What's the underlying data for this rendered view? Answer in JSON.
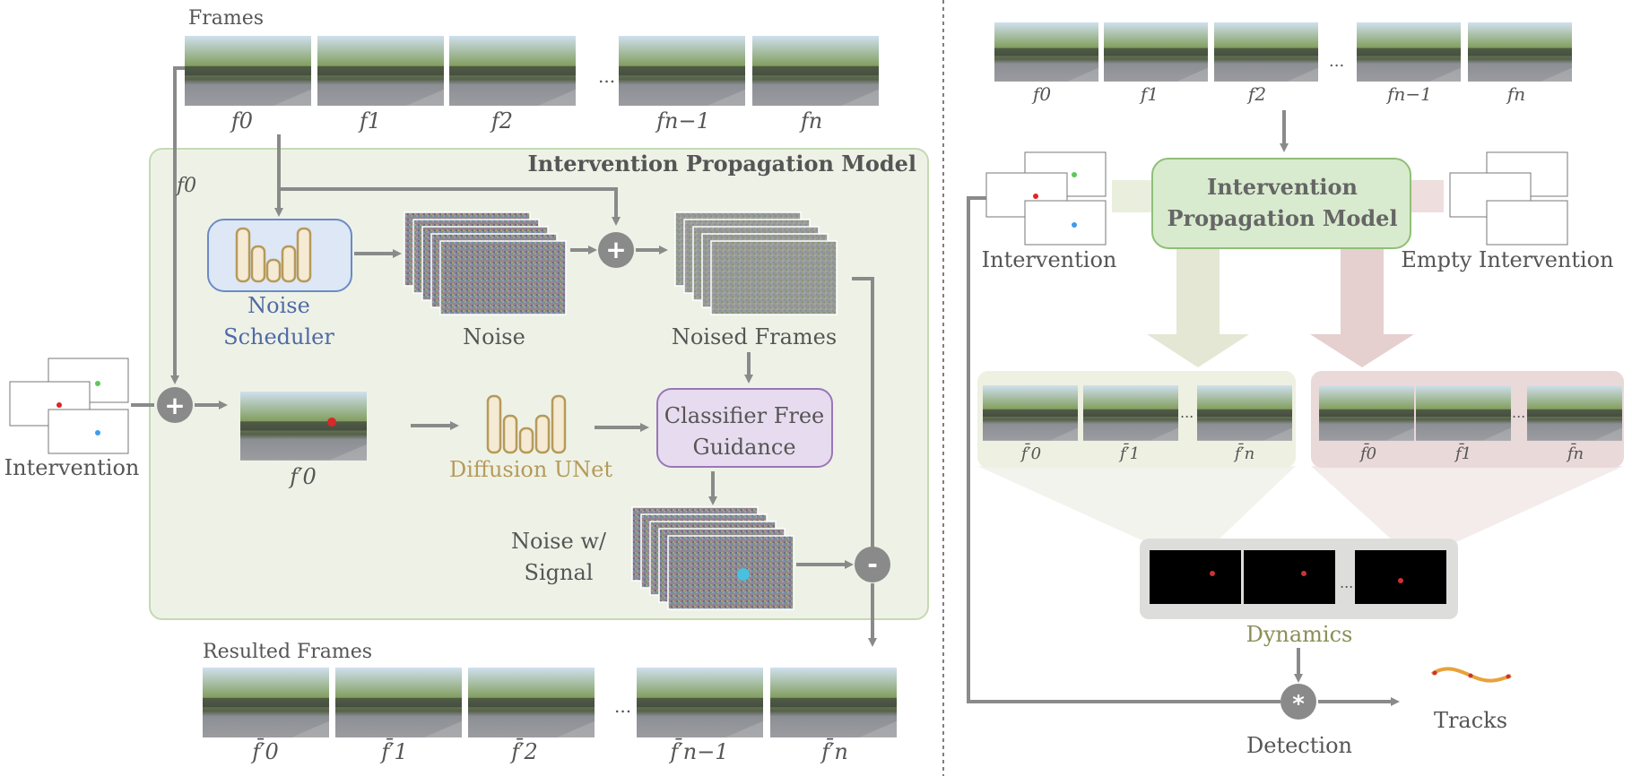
{
  "left_panel": {
    "model_title": "Intervention Propagation  Model",
    "frames_label": "Frames",
    "frame_names": [
      "f0",
      "f1",
      "f2",
      "fn−1",
      "fn"
    ],
    "ellipsis": "...",
    "f0_side_label": "f0",
    "noise_scheduler_label_1": "Noise",
    "noise_scheduler_label_2": "Scheduler",
    "noise_label": "Noise",
    "noised_frames_label": "Noised Frames",
    "intervention_label": "Intervention",
    "f0_prime_label": "f′0",
    "diffusion_unet_label": "Diffusion UNet",
    "cfg_label_1": "Classifier Free",
    "cfg_label_2": "Guidance",
    "noise_signal_label_1": "Noise w/",
    "noise_signal_label_2": "Signal",
    "resulted_frames_label": "Resulted Frames",
    "resulted_frame_names": [
      "f̄′0",
      "f̄′1",
      "f̄′2",
      "f̄′n−1",
      "f̄′n"
    ],
    "plus_symbol": "+",
    "minus_symbol": "-"
  },
  "right_panel": {
    "frame_names": [
      "f0",
      "f1",
      "f2",
      "fn−1",
      "fn"
    ],
    "ellipsis": "...",
    "model_title_1": "Intervention",
    "model_title_2": "Propagation  Model",
    "intervention_label": "Intervention",
    "empty_intervention_label": "Empty Intervention",
    "intervened_frames": [
      "f̄′0",
      "f̄′1",
      "f̄′n"
    ],
    "empty_frames": [
      "f̄0",
      "f̄1",
      "f̄n"
    ],
    "dynamics_label": "Dynamics",
    "detection_label": "Detection",
    "tracks_label": "Tracks",
    "star_symbol": "*"
  },
  "colors": {
    "model_bg": "#eef2e6",
    "model_border": "#c5d9b3",
    "noise_scheduler_fill": "#dde7f6",
    "noise_scheduler_stroke": "#6b8bc6",
    "noise_scheduler_text": "#4f6aa8",
    "unet_color": "#b69a5a",
    "cfg_fill": "#e7dcef",
    "cfg_stroke": "#9a76b8",
    "right_model_fill": "#d9ebcf",
    "right_model_stroke": "#8fbf76",
    "dynamics_text": "#8a8f55",
    "arrow": "#8a8a8a",
    "track_color": "#e8a23a"
  },
  "icons": [
    "plus-icon",
    "minus-icon",
    "star-icon",
    "unet-icon",
    "noise-stack-icon",
    "track-curve-icon"
  ]
}
